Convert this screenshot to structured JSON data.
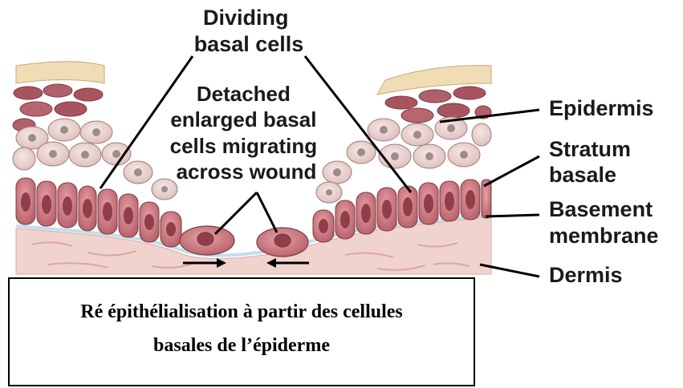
{
  "labels": {
    "dividing": [
      "Dividing",
      "basal cells"
    ],
    "detached": [
      "Detached",
      "enlarged basal",
      "cells migrating",
      "across wound"
    ],
    "epidermis": "Epidermis",
    "stratum": [
      "Stratum",
      "basale"
    ],
    "basement": [
      "Basement",
      "membrane"
    ],
    "dermis": "Dermis"
  },
  "caption": {
    "line1": "Ré épithélialisation à partir des cellules",
    "line2": "basales de l’épiderme"
  },
  "colors": {
    "dermis": "#f1d3ce",
    "basal_cell": "#c9727a",
    "upper_cell": "#ead3d1",
    "corneum": "#f0dcb5",
    "membrane": "#bfe0ea"
  }
}
